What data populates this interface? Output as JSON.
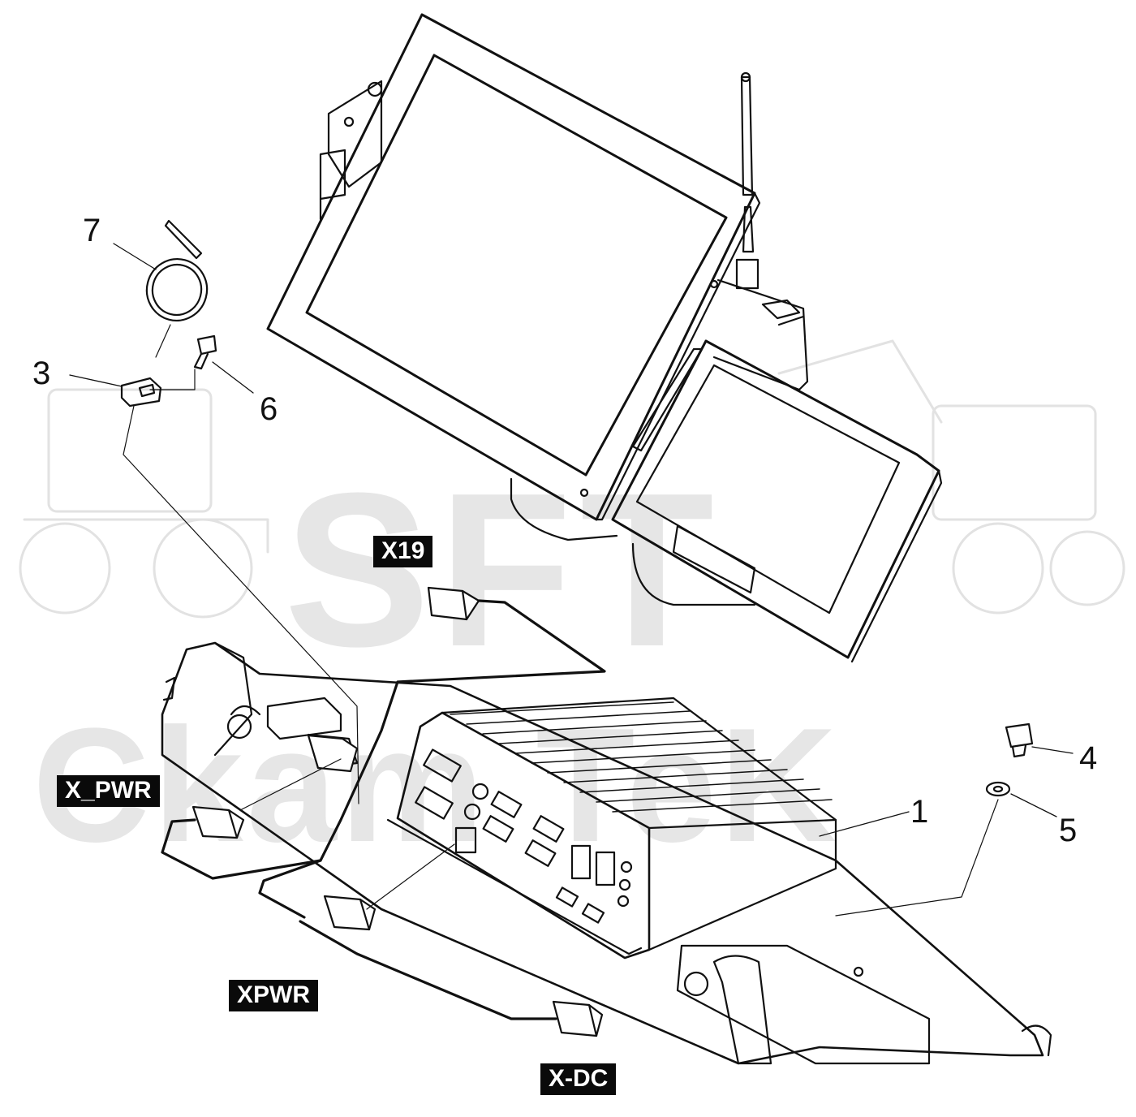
{
  "watermark": {
    "line1": "SFT",
    "line2": "Ckam TeK"
  },
  "callouts": {
    "c1": "1",
    "c3": "3",
    "c4": "4",
    "c5": "5",
    "c6": "6",
    "c7": "7"
  },
  "connectors": {
    "x19": "X19",
    "x_pwr": "X_PWR",
    "xpwr": "XPWR",
    "x_dc": "X-DC"
  },
  "colors": {
    "line": "#111111",
    "watermark": "#e6e6e6",
    "tag_bg": "#0a0a0a",
    "tag_fg": "#ffffff"
  }
}
